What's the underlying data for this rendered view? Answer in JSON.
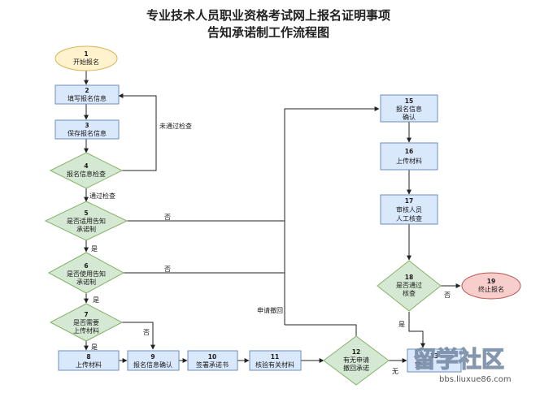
{
  "title": {
    "line1": "专业技术人员职业资格考试网上报名证明事项",
    "line2": "告知承诺制工作流程图"
  },
  "nodes": {
    "n1": {
      "num": "1",
      "lines": [
        "开始报名"
      ]
    },
    "n2": {
      "num": "2",
      "lines": [
        "填写报名信息"
      ]
    },
    "n3": {
      "num": "3",
      "lines": [
        "保存报名信息"
      ]
    },
    "n4": {
      "num": "4",
      "lines": [
        "报名信息检查"
      ]
    },
    "n5": {
      "num": "5",
      "lines": [
        "是否适用告知",
        "承诺制"
      ]
    },
    "n6": {
      "num": "6",
      "lines": [
        "是否使用告知",
        "承诺制"
      ]
    },
    "n7": {
      "num": "7",
      "lines": [
        "是否需要",
        "上传材料"
      ]
    },
    "n8": {
      "num": "8",
      "lines": [
        "上传材料"
      ]
    },
    "n9": {
      "num": "9",
      "lines": [
        "报名信息确认"
      ]
    },
    "n10": {
      "num": "10",
      "lines": [
        "签署承诺书"
      ]
    },
    "n11": {
      "num": "11",
      "lines": [
        "核验有关材料"
      ]
    },
    "n12": {
      "num": "12",
      "lines": [
        "有无申请",
        "撤回承诺"
      ]
    },
    "n13": {
      "num": "13",
      "lines": [
        "完"
      ]
    },
    "n15": {
      "num": "15",
      "lines": [
        "报名信息",
        "确认"
      ]
    },
    "n16": {
      "num": "16",
      "lines": [
        "上传材料"
      ]
    },
    "n17": {
      "num": "17",
      "lines": [
        "审核人员",
        "人工核查"
      ]
    },
    "n18": {
      "num": "18",
      "lines": [
        "是否通过",
        "核查"
      ]
    },
    "n19": {
      "num": "19",
      "lines": [
        "终止报名"
      ]
    }
  },
  "edges": {
    "fail_check": "未通过检查",
    "pass_check": "通过检查",
    "no_5": "否",
    "yes_5": "是",
    "no_6": "否",
    "yes_6": "是",
    "no_7": "否",
    "yes_7": "是",
    "withdraw": "申请撤回",
    "none_12": "无",
    "no_18": "否",
    "yes_18": "是"
  },
  "watermark": {
    "text": "留学社区",
    "url": "bbs.liuxue86.com"
  },
  "colors": {
    "box_fill": "#dae8fc",
    "box_stroke": "#6c8ebf",
    "diamond_fill": "#d5e8d4",
    "diamond_stroke": "#82b366",
    "start_fill": "#fff2cc",
    "start_stroke": "#d6b656",
    "end_fill": "#f8cecc",
    "end_stroke": "#b85450"
  }
}
